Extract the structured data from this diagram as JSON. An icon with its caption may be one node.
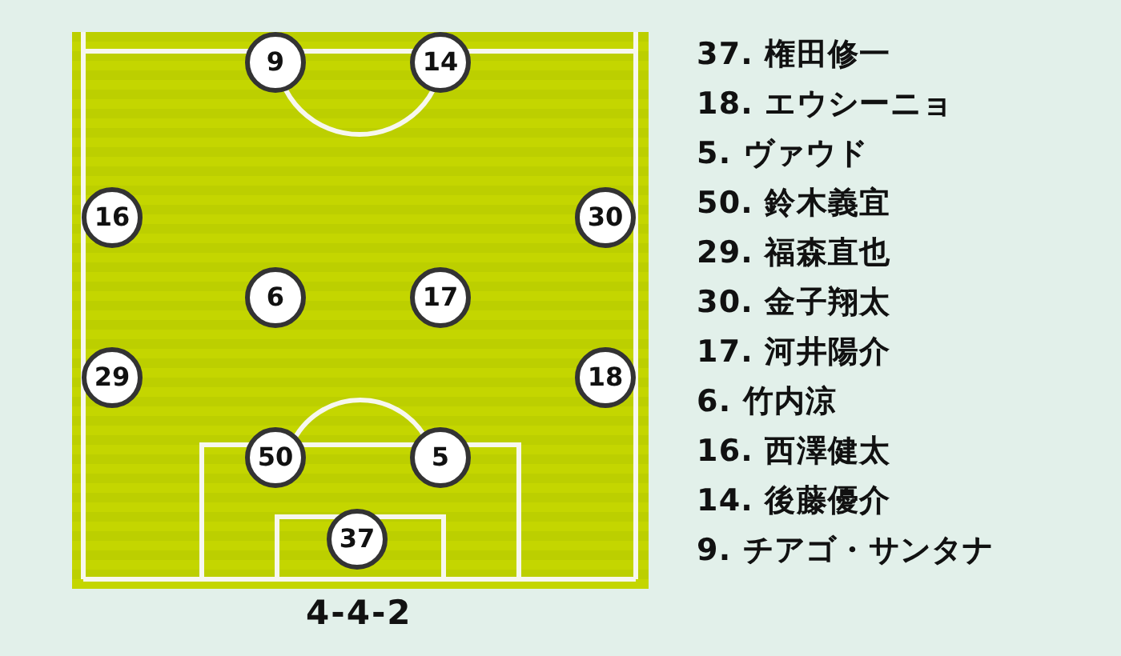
{
  "diagram": {
    "caption": "4-4-2",
    "nodes": [
      {
        "text": [
          "9"
        ]
      },
      {
        "text": [
          "14"
        ]
      },
      {
        "text": [
          "16"
        ]
      },
      {
        "text": [
          "30"
        ]
      },
      {
        "text": [
          "6"
        ]
      },
      {
        "text": [
          "17"
        ]
      },
      {
        "text": [
          "29"
        ]
      },
      {
        "text": [
          "18"
        ]
      },
      {
        "text": [
          "50"
        ]
      },
      {
        "text": [
          "5"
        ]
      },
      {
        "text": [
          "37"
        ]
      }
    ],
    "labels": [
      "37. 権田修一",
      "18. エウシーニョ",
      "5. ヴァウド",
      "50. 鈴木義宜",
      "29. 福森直也",
      "30. 金子翔太",
      "17. 河井陽介",
      "6. 竹内涼",
      "16. 西澤健太",
      "14. 後藤優介",
      "9. チアゴ・サンタナ"
    ]
  }
}
